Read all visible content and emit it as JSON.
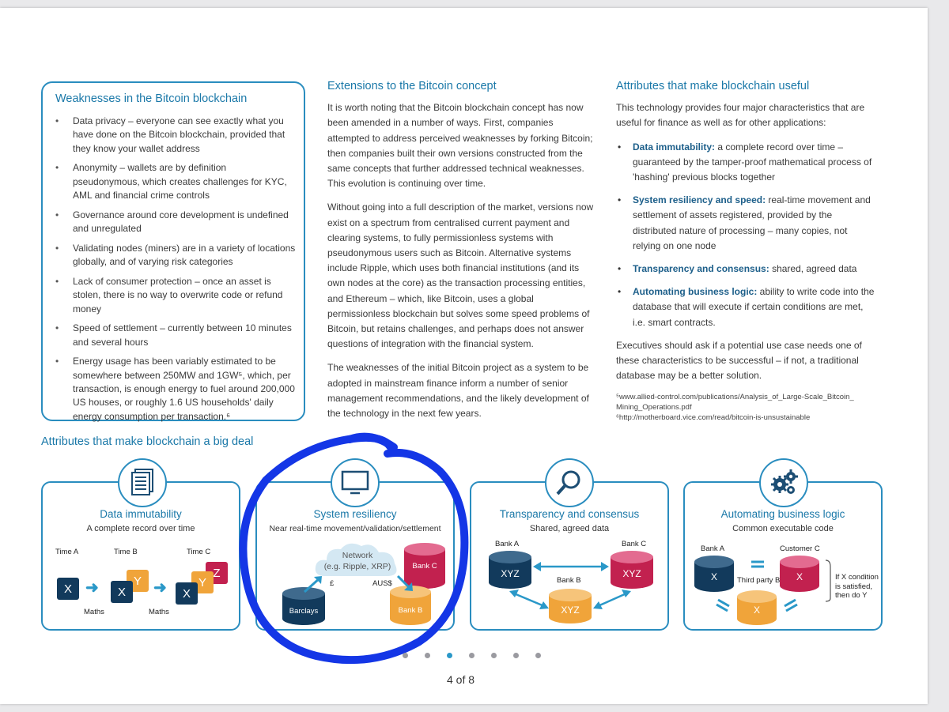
{
  "weaknesses": {
    "title": "Weaknesses in the Bitcoin blockchain",
    "items": [
      "Data privacy – everyone can see exactly what you have done on the Bitcoin blockchain, provided that they know your wallet address",
      "Anonymity – wallets are by definition pseudonymous, which creates challenges for KYC, AML and financial crime controls",
      "Governance around core development is undefined and unregulated",
      "Validating nodes (miners) are in a variety of locations globally, and of varying risk categories",
      "Lack of consumer protection – once an asset is stolen, there is no way to overwrite code or refund money",
      "Speed of settlement – currently between 10 minutes and several hours",
      "Energy usage has been variably estimated to be somewhere between 250MW and 1GW⁵, which, per transaction, is enough energy to fuel around 200,000 US houses, or roughly 1.6 US households' daily energy consumption per transaction.⁶"
    ]
  },
  "extensions": {
    "title": "Extensions to the Bitcoin concept",
    "paragraphs": [
      "It is worth noting that the Bitcoin blockchain concept has now been amended in a number of ways. First, companies attempted to address perceived weaknesses by forking Bitcoin; then companies built their own versions constructed from the same concepts that further addressed technical weaknesses. This evolution is continuing over time.",
      "Without going into a full description of the market, versions now exist on a spectrum from centralised current payment and clearing systems, to fully permissionless systems with pseudonymous users such as Bitcoin. Alternative systems include Ripple, which uses both financial institutions (and its own nodes at the core) as the transaction processing entities, and Ethereum – which, like Bitcoin, uses a global permissionless blockchain but solves some speed problems of Bitcoin, but retains challenges, and perhaps does not answer questions of integration with the financial system.",
      "The weaknesses of the initial Bitcoin project as a system to be adopted in mainstream finance inform a number of senior management recommendations, and the likely development of the technology in the next few years."
    ]
  },
  "attributes": {
    "title": "Attributes that make blockchain useful",
    "intro": "This technology provides four major characteristics that are useful for finance as well as for other applications:",
    "items": [
      {
        "term": "Data immutability:",
        "text": " a complete record over time – guaranteed by the tamper-proof mathematical process of 'hashing' previous blocks together"
      },
      {
        "term": "System resiliency and speed:",
        "text": " real-time movement and settlement of assets registered, provided by the distributed nature of processing – many copies, not relying on one node"
      },
      {
        "term": "Transparency and consensus:",
        "text": " shared, agreed data"
      },
      {
        "term": "Automating business logic:",
        "text": " ability to write code into the database that will execute if certain conditions are met, i.e. smart contracts."
      }
    ],
    "outro": "Executives should ask if a potential use case needs one of these characteristics to be successful – if not, a traditional database may be a better solution.",
    "footnote5": "⁵www.allied-control.com/publications/Analysis_of_Large-Scale_Bitcoin_ Mining_Operations.pdf",
    "footnote6": "⁶http://motherboard.vice.com/read/bitcoin-is-unsustainable"
  },
  "big_deal": {
    "title": "Attributes that make blockchain a big deal",
    "cards": [
      {
        "title": "Data immutability",
        "sub": "A complete record over time",
        "time_a": "Time A",
        "time_b": "Time B",
        "time_c": "Time C",
        "x": "X",
        "y": "Y",
        "z": "Z",
        "maths": "Maths"
      },
      {
        "title": "System resiliency",
        "sub": "Near real-time movement/validation/settlement",
        "network": "Network",
        "network_eg": "(e.g. Ripple, XRP)",
        "barclays": "Barclays",
        "bank_b": "Bank B",
        "bank_c": "Bank C",
        "pound": "£",
        "aud": "AUS$"
      },
      {
        "title": "Transparency and consensus",
        "sub": "Shared, agreed data",
        "bank_a": "Bank A",
        "bank_b": "Bank B",
        "bank_c": "Bank C",
        "xyz": "XYZ"
      },
      {
        "title": "Automating business logic",
        "sub": "Common executable code",
        "bank_a": "Bank A",
        "customer_c": "Customer C",
        "third_party": "Third party B",
        "x": "X",
        "condition": "If X condition is satisfied, then do Y"
      }
    ]
  },
  "pagination": {
    "label": "4 of 8",
    "dots": 7,
    "active_index": 2
  },
  "colors": {
    "accent": "#2a8dbf",
    "navy": "#123a5c",
    "gold": "#f0a43a",
    "crimson": "#c2214f",
    "highlight": "#1436e6"
  }
}
